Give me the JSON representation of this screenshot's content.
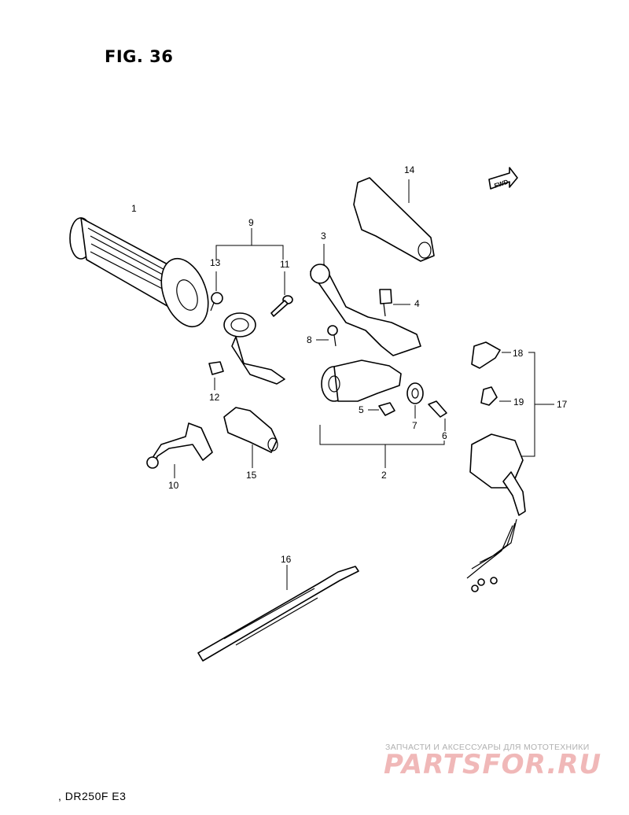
{
  "figure": {
    "title": "FIG. 36"
  },
  "callouts": {
    "c1": "1",
    "c2": "2",
    "c3": "3",
    "c4": "4",
    "c5": "5",
    "c6": "6",
    "c7": "7",
    "c8": "8",
    "c9": "9",
    "c10": "10",
    "c11": "11",
    "c12": "12",
    "c13": "13",
    "c14": "14",
    "c15": "15",
    "c16": "16",
    "c17": "17",
    "c18": "18",
    "c19": "19"
  },
  "fwd_arrow_text": "FWD",
  "footer": {
    "model": ", DR250F  E3"
  },
  "watermark": {
    "tagline": "ЗАПЧАСТИ И АКСЕССУАРЫ ДЛЯ МОТОТЕХНИКИ",
    "logo": "PARTSFOR.RU"
  }
}
